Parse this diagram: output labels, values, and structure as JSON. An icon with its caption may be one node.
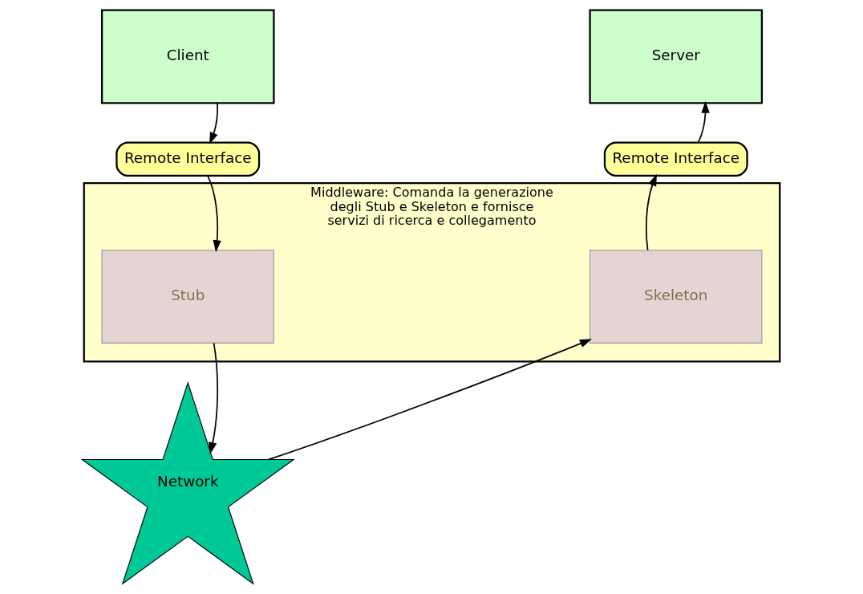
{
  "diagram": {
    "nodes": [
      {
        "text": [
          "Client"
        ]
      },
      {
        "text": [
          "Server"
        ]
      },
      {
        "text": [
          "Remote Interface"
        ]
      },
      {
        "text": [
          "Remote Interface"
        ]
      },
      {
        "text": [
          "Middleware: Comanda la generazione degli Stub e Skeleton e fornisce servizi di ricerca e collegamento"
        ]
      },
      {
        "text": [
          "Stub"
        ],
        "in": 4
      },
      {
        "text": [
          "Skeleton"
        ],
        "in": 4
      },
      {
        "text": [
          "Network"
        ]
      }
    ],
    "edges": [
      {
        "from": 0,
        "to": 2,
        "arrow": "to"
      },
      {
        "from": 2,
        "to": 5,
        "arrow": "to"
      },
      {
        "from": 5,
        "to": 7,
        "arrow": "to"
      },
      {
        "from": 7,
        "to": 6,
        "arrow": "to"
      },
      {
        "from": 6,
        "to": 3,
        "arrow": "to"
      },
      {
        "from": 3,
        "to": 1,
        "arrow": "to"
      }
    ]
  }
}
